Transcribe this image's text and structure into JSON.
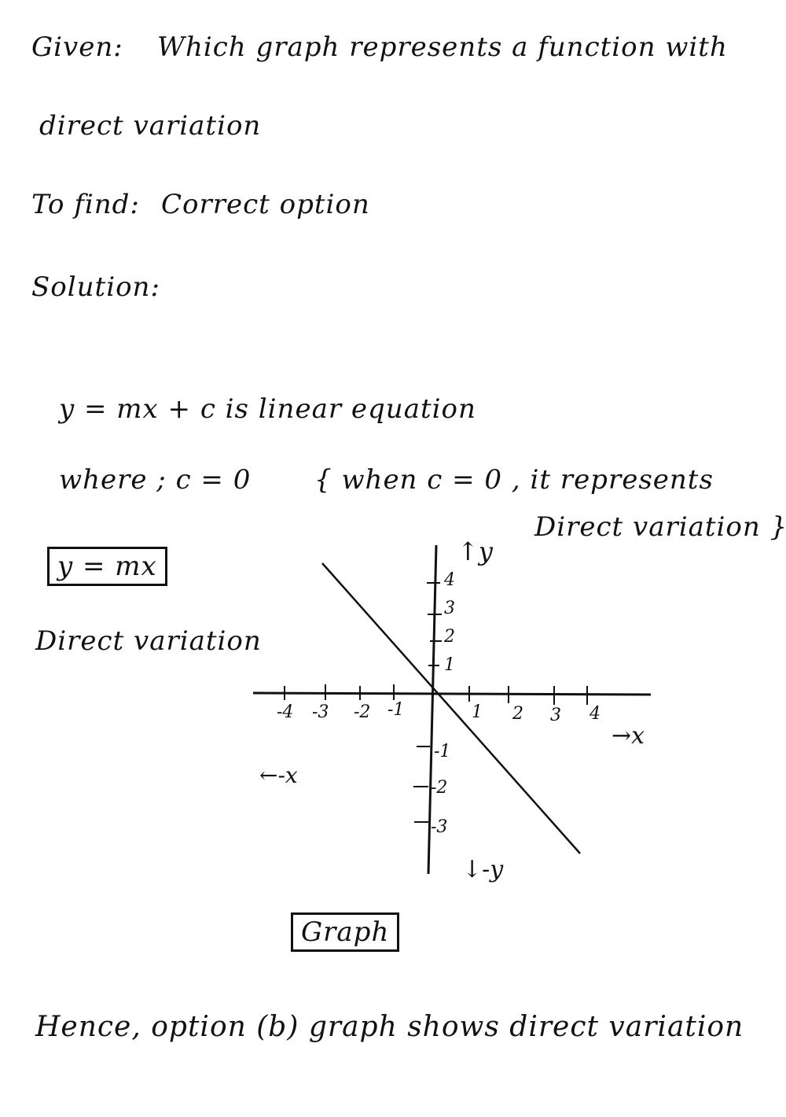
{
  "page": {
    "given_label": "Given:",
    "given_text_line1": "Which graph represents a function with",
    "given_text_line2": "direct variation",
    "to_find_label": "To find:",
    "to_find_text": "Correct option",
    "solution_label": "Solution:",
    "equation_line": "y = mx + c  is  linear equation",
    "where_line": "where ;  c = 0",
    "note_line1": "{ when c = 0 , it represents",
    "note_line2": "Direct variation }",
    "boxed_formula": "y = mx",
    "formula_caption": "Direct variation",
    "graph_caption": "Graph",
    "conclusion": "Hence, option (b) graph shows direct variation"
  },
  "graph": {
    "x_axis_label": "→x",
    "neg_x_label": "←\n-x",
    "y_axis_label": "↑y",
    "neg_y_label": "↓-y",
    "x_ticks": [
      "-4",
      "-3",
      "-2",
      "-1",
      "1",
      "2",
      "3",
      "4"
    ],
    "y_ticks_pos": [
      "1",
      "2",
      "3",
      "4"
    ],
    "y_ticks_neg": [
      "-1",
      "-2",
      "-3"
    ]
  },
  "chart_data": {
    "type": "line",
    "title": "Graph",
    "xlabel": "x",
    "ylabel": "y",
    "x": [
      -1.5,
      0,
      1.5
    ],
    "y": [
      1.5,
      0,
      -1.5
    ],
    "equation": "y = mx (m < 0), passes through origin",
    "xlim": [
      -4,
      4
    ],
    "ylim": [
      -3,
      4
    ]
  }
}
